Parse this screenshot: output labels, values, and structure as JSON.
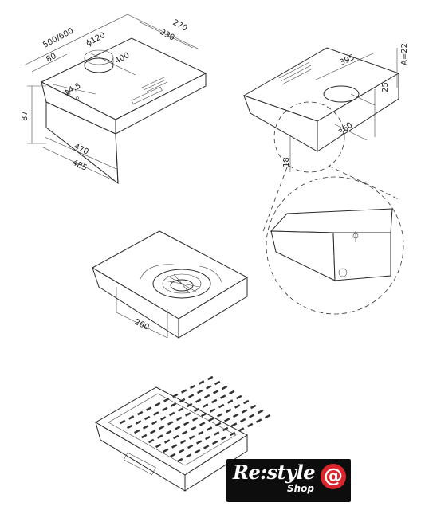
{
  "top_left_view": {
    "dims": {
      "width": "500/600",
      "depth_total": "270",
      "depth_inner": "230",
      "duct_diameter": "ϕ120",
      "offset_front": "80",
      "duct_offset": "400",
      "hole": "ϕ4,5",
      "height": "87",
      "bottom_depth_470": "470",
      "bottom_depth_485": "485"
    }
  },
  "top_right_view": {
    "dims": {
      "a_value": "A=22",
      "offset_395": "395",
      "depth_360": "360",
      "height_18": "18",
      "small_25": "25"
    }
  },
  "middle_view": {
    "dims": {
      "duct_260": "260"
    }
  },
  "logo": {
    "brand": "Re:style",
    "shop": "Shop",
    "at": "@"
  }
}
